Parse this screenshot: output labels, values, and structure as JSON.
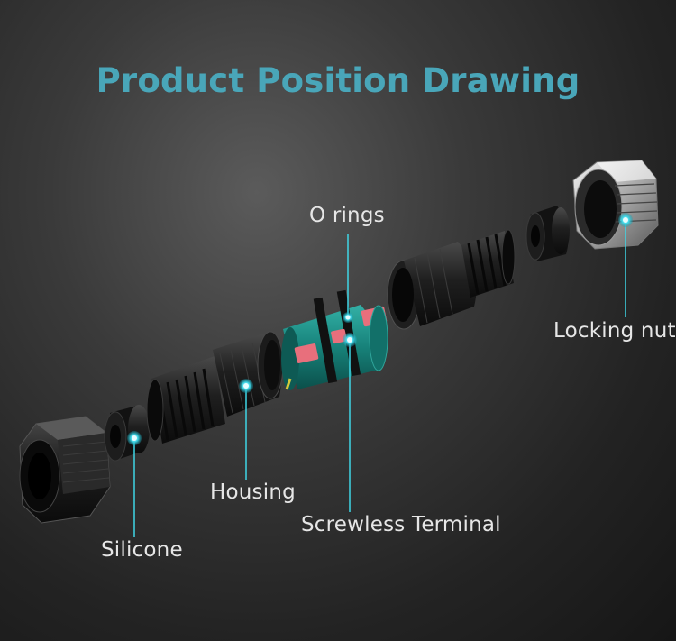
{
  "title": "Product Position Drawing",
  "labels": {
    "silicone": "Silicone",
    "housing": "Housing",
    "screwless_terminal": "Screwless Terminal",
    "o_rings": "O rings",
    "locking_nut": "Locking nut"
  },
  "colors": {
    "title": "#49a6b9",
    "callout": "#3fd6e6",
    "terminal": "#17827a",
    "terminal_tab": "#e86f7c",
    "part": "#1c1c1c"
  }
}
